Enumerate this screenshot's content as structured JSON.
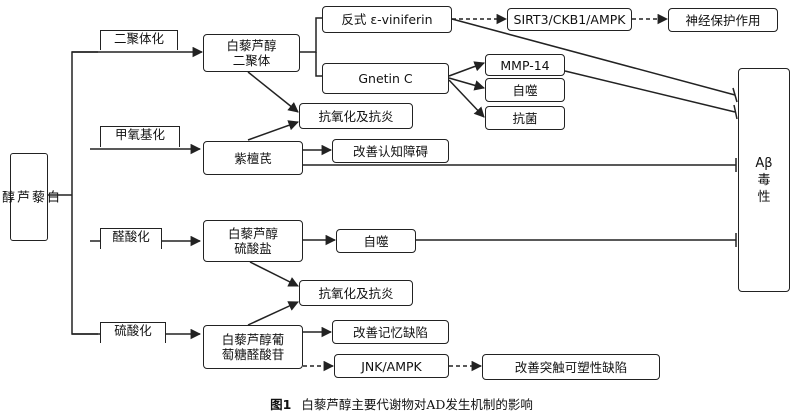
{
  "nodes": {
    "resveratrol": "白\n藜\n芦\n醇",
    "dimerization": "二聚体化",
    "methoxylation": "甲氧基化",
    "glucuronidation": "醛酸化",
    "sulfation": "硫酸化",
    "dimer": "白藜芦醇\n二聚体",
    "pterostilbene": "紫檀芪",
    "sulfate": "白藜芦醇\n硫酸盐",
    "glucuronide": "白藜芦醇葡\n萄糖醛酸苷",
    "viniferin": "反式 ε-viniferin",
    "gnetin": "Gnetin C",
    "sirt3": "SIRT3/CKB1/AMPK",
    "neuroprotect": "神经保护作用",
    "mmp14": "MMP-14",
    "autophagy1": "自噬",
    "antibacterial": "抗菌",
    "antiox1": "抗氧化及抗炎",
    "cognition": "改善认知障碍",
    "autophagy2": "自噬",
    "antiox2": "抗氧化及抗炎",
    "memory": "改善记忆缺陷",
    "jnk": "JNK/AMPK",
    "synaptic": "改善突触可塑性缺陷",
    "abeta": "Aβ\n毒\n性"
  },
  "caption": {
    "figure_no": "图1",
    "text": "白藜芦醇主要代谢物对AD发生机制的影响"
  }
}
